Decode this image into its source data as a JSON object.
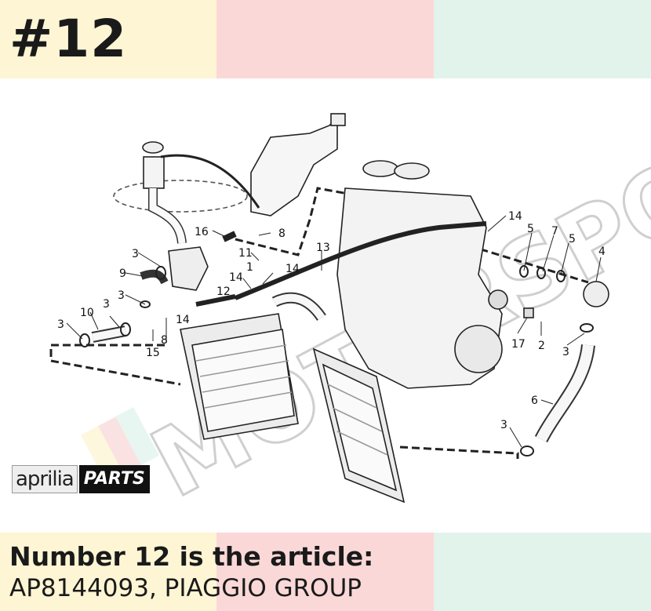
{
  "header": {
    "title": "#12"
  },
  "caption": {
    "line1": "Number 12 is the article:",
    "line2": "AP8144093, PIAGGIO GROUP"
  },
  "logo": {
    "brand": "aprilia",
    "badge": "PARTS"
  },
  "watermark": "MOTORSPORTIA",
  "colors": {
    "band_yellow": "#fdf5d4",
    "band_pink": "#fbd8d8",
    "band_green": "#e2f3ec",
    "ink": "#1a1a1a"
  },
  "callouts": [
    "1",
    "2",
    "3",
    "3",
    "3",
    "3",
    "3",
    "3",
    "4",
    "5",
    "5",
    "6",
    "7",
    "8",
    "8",
    "9",
    "10",
    "11",
    "12",
    "13",
    "14",
    "14",
    "14",
    "14",
    "15",
    "16",
    "17"
  ]
}
